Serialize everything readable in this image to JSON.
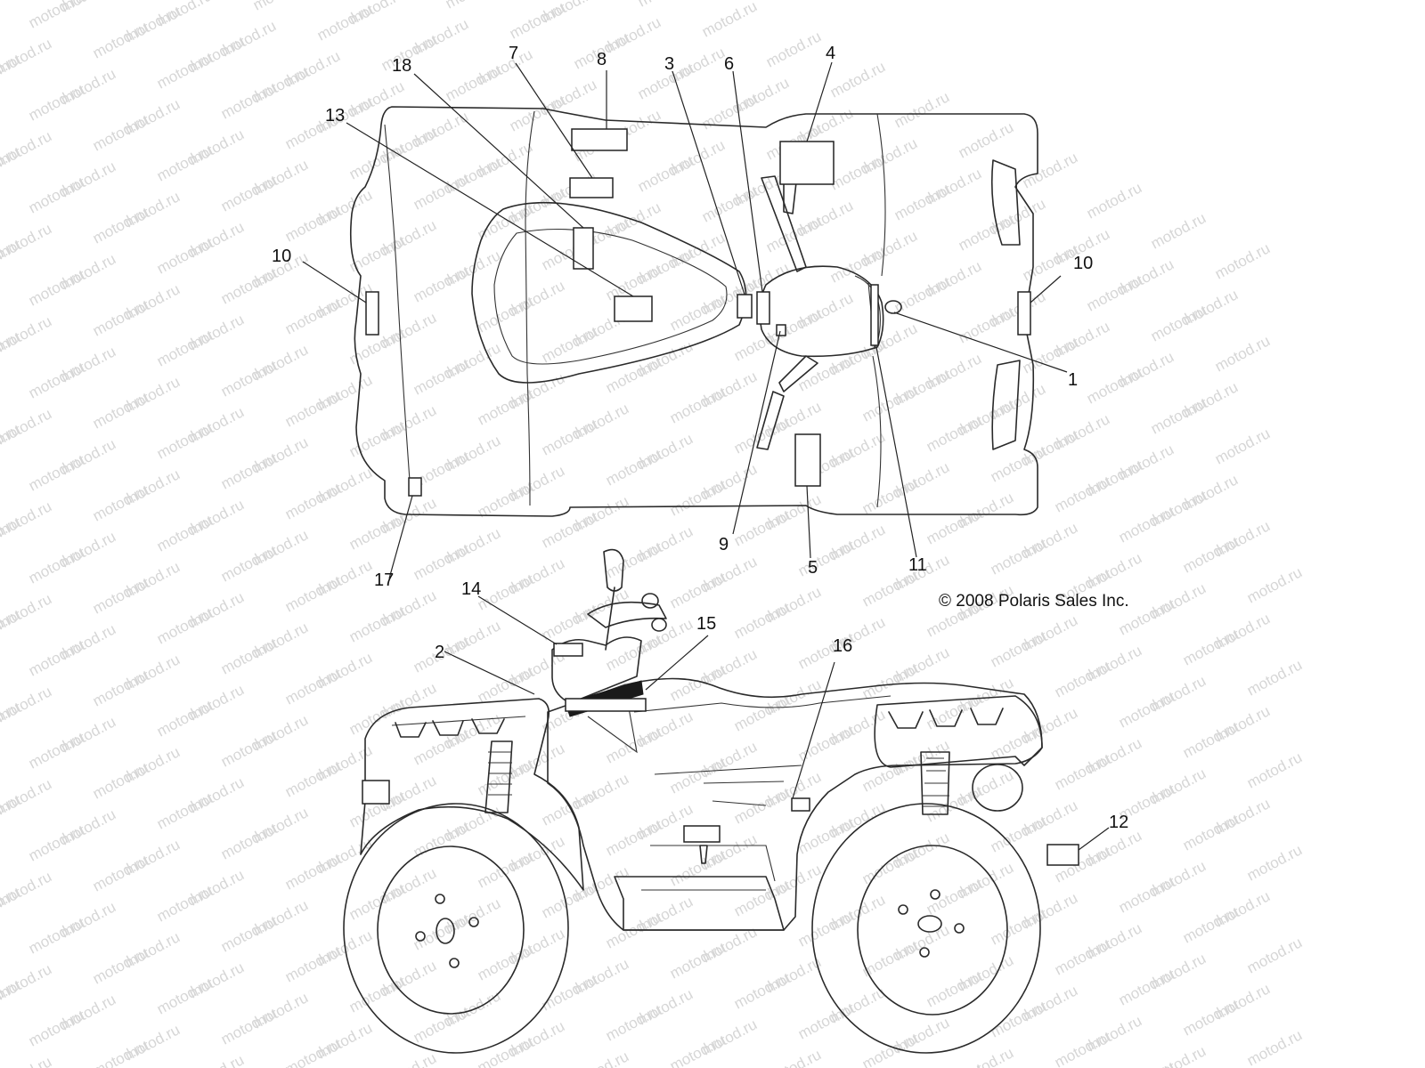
{
  "copyright": "© 2008 Polaris Sales Inc.",
  "watermark": "motod.ru",
  "colors": {
    "line": "#2a2a2a",
    "watermark": "#d6d6d6",
    "background": "#ffffff"
  },
  "callouts": {
    "c1": "1",
    "c2": "2",
    "c3": "3",
    "c4": "4",
    "c5": "5",
    "c6": "6",
    "c7": "7",
    "c8": "8",
    "c9": "9",
    "c10_left": "10",
    "c10_right": "10",
    "c11": "11",
    "c12": "12",
    "c13": "13",
    "c14": "14",
    "c15": "15",
    "c16": "16",
    "c17": "17",
    "c18": "18"
  }
}
